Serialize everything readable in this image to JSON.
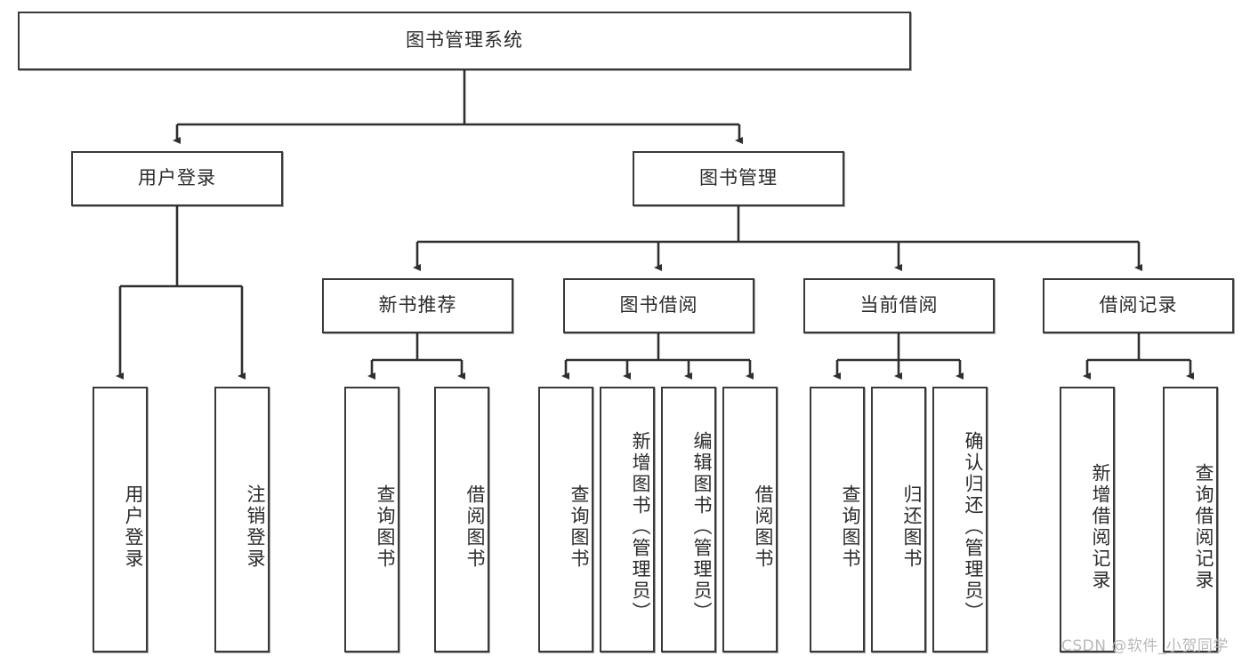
{
  "diagram": {
    "title": "图书管理系统",
    "watermark": "CSDN @软件_小贺同学",
    "style": {
      "border_color": "#3a3a3a",
      "fill_color": "#ffffff",
      "text_color": "#2b2b2b",
      "watermark_color": "#b9b9b9",
      "background": "#ffffff"
    },
    "levels": {
      "root": {
        "label": "图书管理系统"
      },
      "level2": [
        {
          "label": "用户登录"
        },
        {
          "label": "图书管理"
        }
      ],
      "level3": [
        {
          "label": "新书推荐"
        },
        {
          "label": "图书借阅"
        },
        {
          "label": "当前借阅"
        },
        {
          "label": "借阅记录"
        }
      ],
      "leaves": [
        {
          "label": "用户登录",
          "parent": "用户登录"
        },
        {
          "label": "注销登录",
          "parent": "用户登录"
        },
        {
          "label": "查询图书",
          "parent": "新书推荐"
        },
        {
          "label": "借阅图书",
          "parent": "新书推荐"
        },
        {
          "label": "查询图书",
          "parent": "图书借阅"
        },
        {
          "label": "新增图书（管理员）",
          "parent": "图书借阅"
        },
        {
          "label": "编辑图书（管理员）",
          "parent": "图书借阅"
        },
        {
          "label": "借阅图书",
          "parent": "图书借阅"
        },
        {
          "label": "查询图书",
          "parent": "当前借阅"
        },
        {
          "label": "归还图书",
          "parent": "当前借阅"
        },
        {
          "label": "确认归还（管理员）",
          "parent": "当前借阅"
        },
        {
          "label": "新增借阅记录",
          "parent": "借阅记录"
        },
        {
          "label": "查询借阅记录",
          "parent": "借阅记录"
        }
      ]
    }
  }
}
